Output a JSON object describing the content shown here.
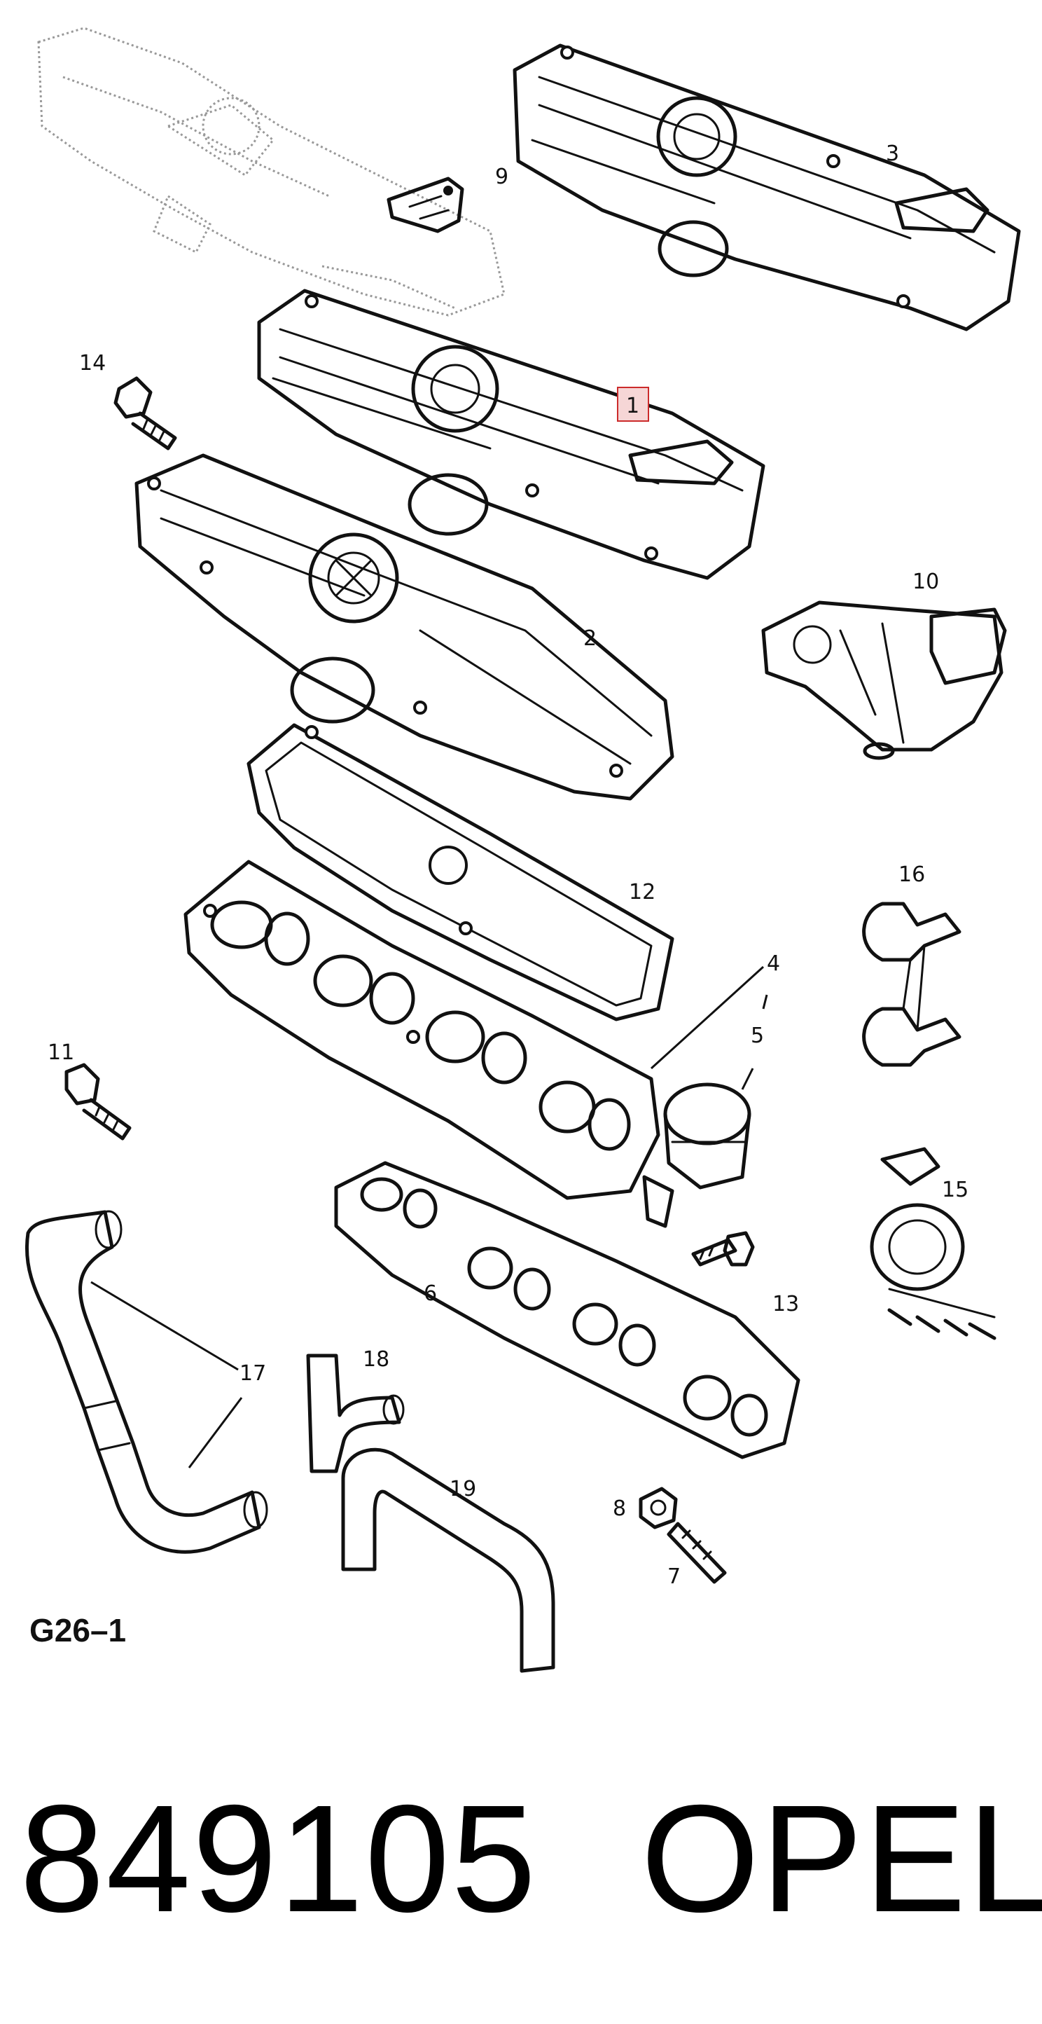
{
  "diagram": {
    "figure_id": "G26–1",
    "callouts": {
      "p1": "1",
      "p2": "2",
      "p3": "3",
      "p4": "4",
      "p5": "5",
      "p6": "6",
      "p7": "7",
      "p8": "8",
      "p9": "9",
      "p10": "10",
      "p11": "11",
      "p12": "12",
      "p13": "13",
      "p14": "14",
      "p15": "15",
      "p16": "16",
      "p17": "17",
      "p18": "18",
      "p19": "19"
    }
  },
  "footer": {
    "part_number": "849105",
    "brand": "OPEL"
  }
}
